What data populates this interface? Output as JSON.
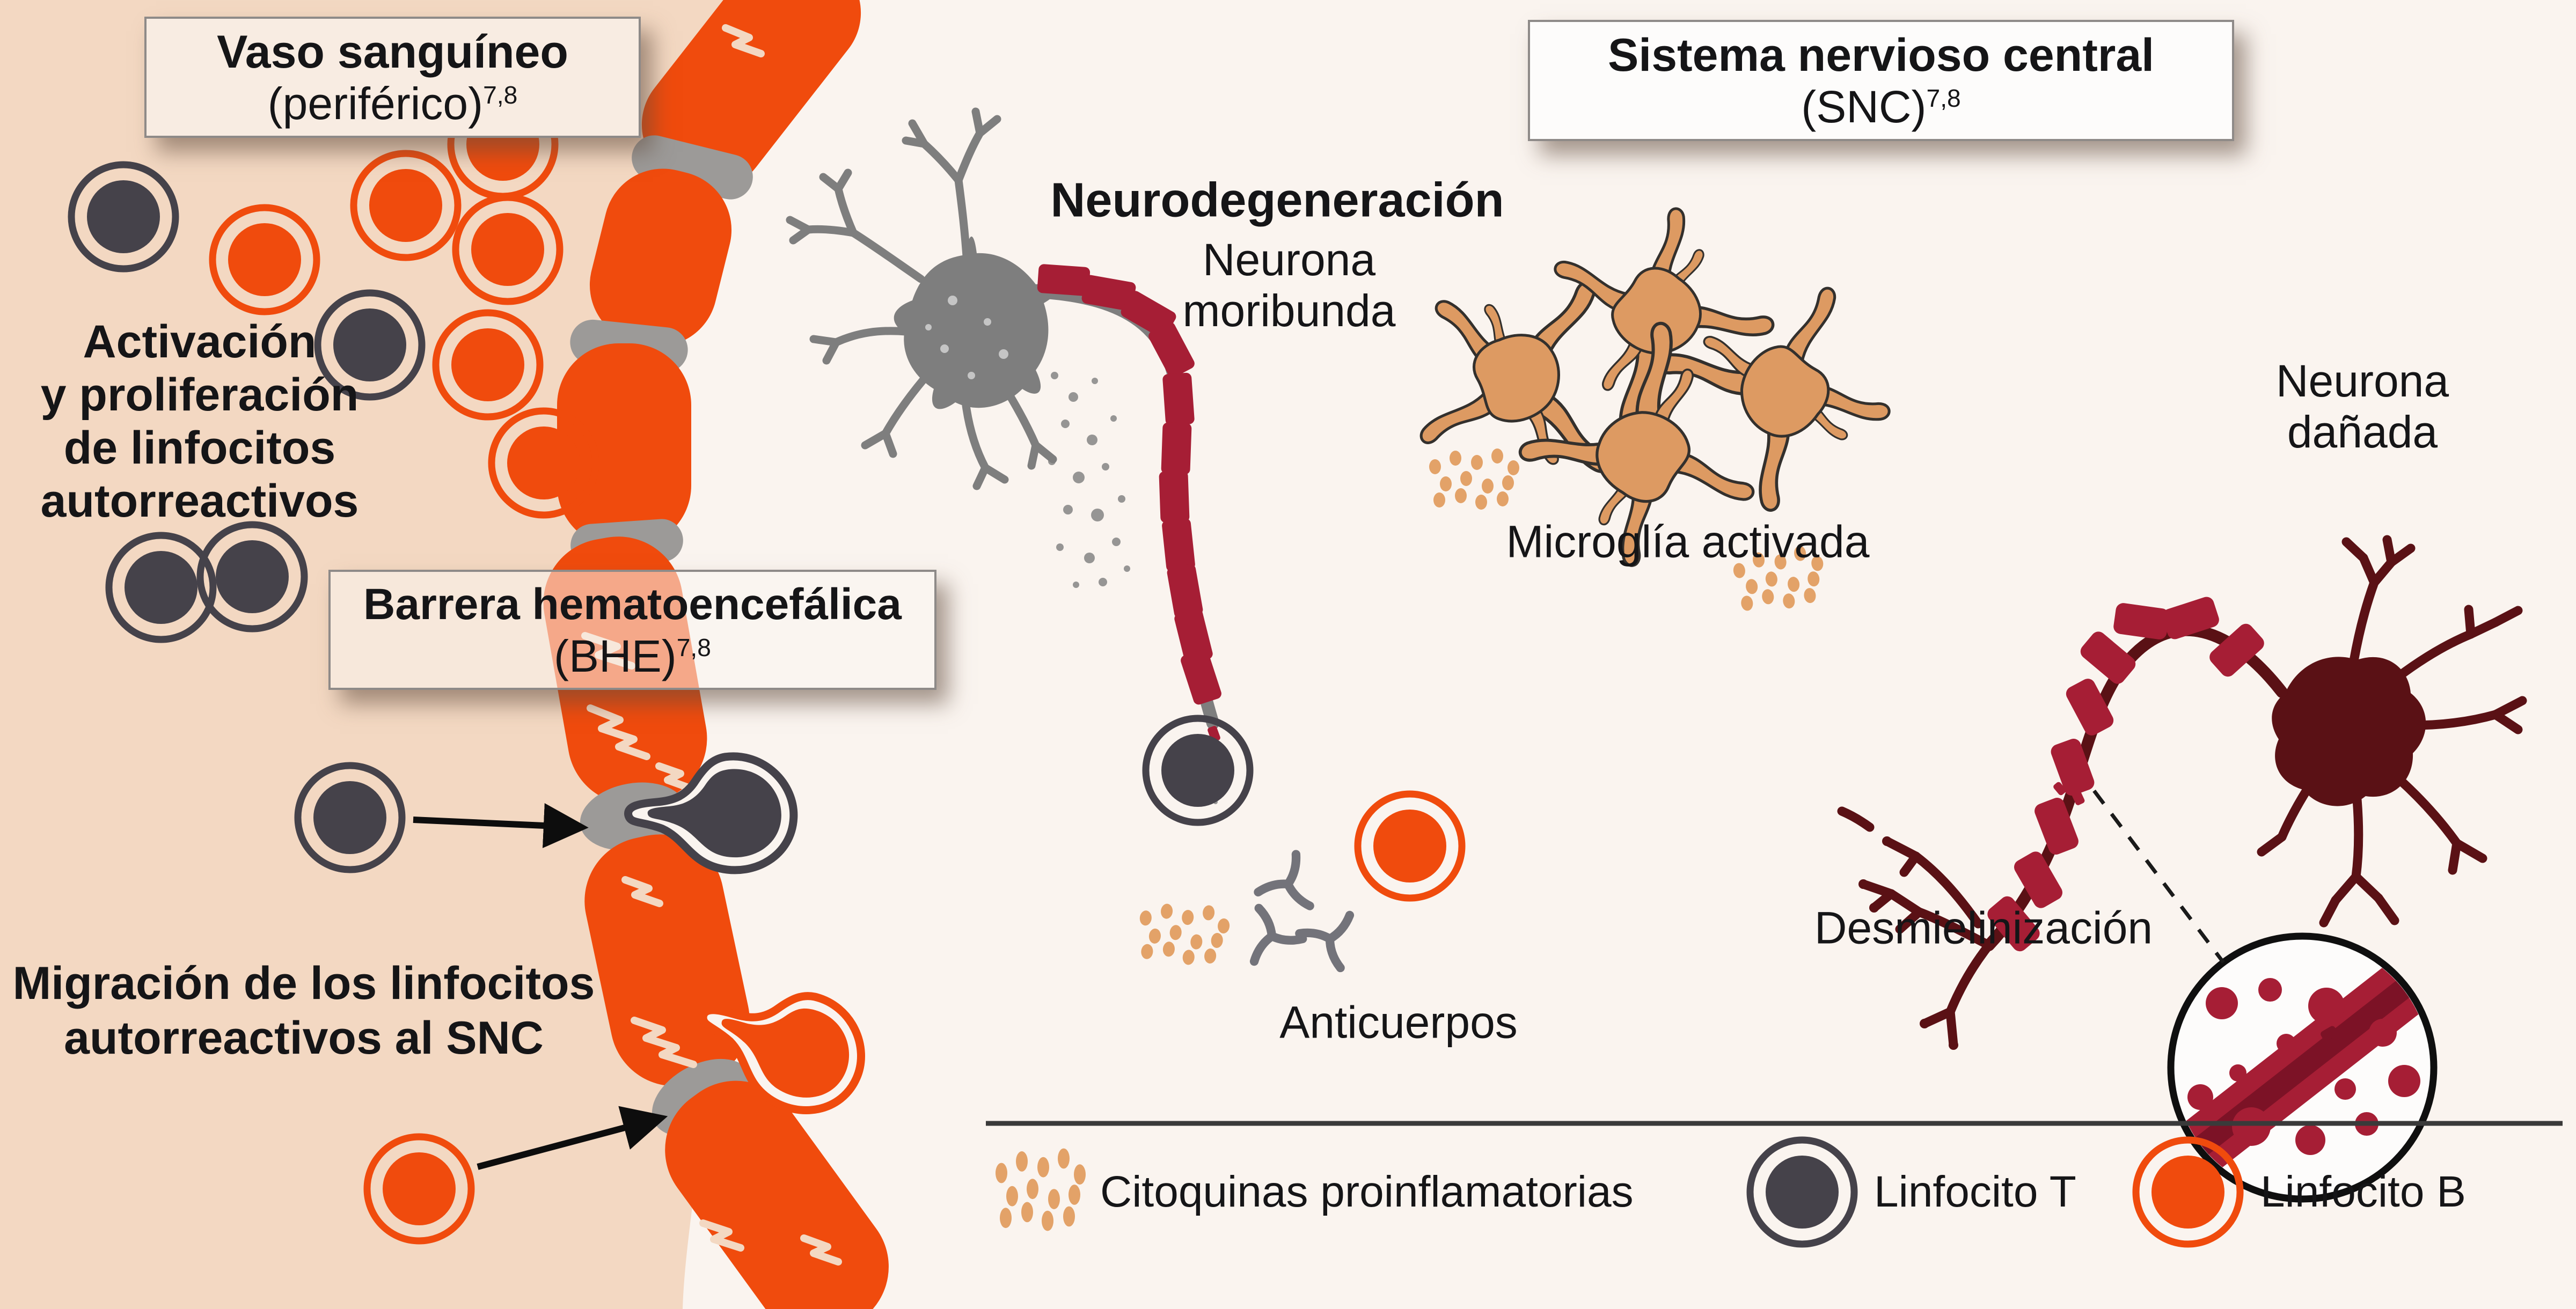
{
  "title_boxes": {
    "vaso": {
      "line1": "Vaso sanguíneo",
      "line2": "(periférico)",
      "sup": "7,8"
    },
    "bhe": {
      "line1": "Barrera hematoencefálica",
      "line2": "(BHE)",
      "sup": "7,8"
    },
    "snc": {
      "line1": "Sistema nervioso central",
      "line2": "(SNC)",
      "sup": "7,8"
    }
  },
  "labels": {
    "activation_lines": [
      "Activación",
      "y proliferación",
      "de linfocitos",
      "autorreactivos"
    ],
    "migration_lines": [
      "Migración de los linfocitos",
      "autorreactivos al SNC"
    ],
    "neurodegeneration": "Neurodegeneración",
    "dying_neuron_lines": [
      "Neurona",
      "moribunda"
    ],
    "microglia": "Microglía activada",
    "antibodies": "Anticuerpos",
    "damaged_neuron_lines": [
      "Neurona",
      "dañada"
    ],
    "demyelination": "Desmielinización"
  },
  "legend": {
    "cytokines_label": "Citoquinas proinflamatorias",
    "lymphocyte_t_label": "Linfocito T",
    "lymphocyte_b_label": "Linfocito B"
  },
  "icons": {
    "cytokines": "cytokine-dots-icon",
    "lymphocyte_t": "lymphocyte-t-icon",
    "lymphocyte_b": "lymphocyte-b-icon"
  },
  "colors": {
    "tan": "#f3d8c2",
    "paper": "#faf4ef",
    "orange": "#f04b0d",
    "dark": "#45424a",
    "joint": "#9c9a98",
    "crack": "#f3d8c2",
    "neuron_gray": "#7e7e7e",
    "crimson": "#a61e35",
    "crimson_dark": "#7c1226",
    "maroon": "#5a1115",
    "mg_fill": "#dd9a62",
    "mg_stroke": "#33302d",
    "cytokine": "#e3a268",
    "antibody": "#73737a",
    "ink": "#151517",
    "divider": "#3a3a3a",
    "box_border": "#8e8a88",
    "vaso_bg": "#f8ece2",
    "snc_bg": "#fdfcfb",
    "bhe_bg": "rgba(250,245,240,0.55)"
  }
}
